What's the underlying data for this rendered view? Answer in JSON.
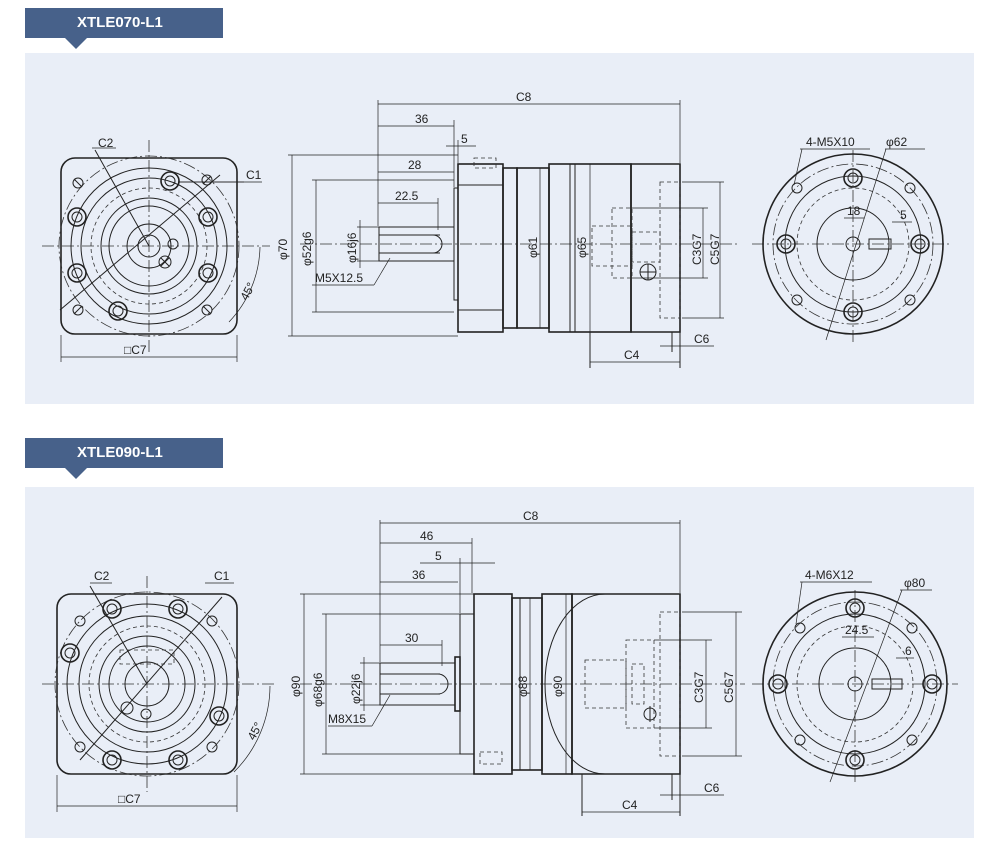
{
  "sections": [
    {
      "model": "XTLE070-L1",
      "front": {
        "c2": "C2",
        "c1": "C1",
        "angle": "45°",
        "c7": "□C7"
      },
      "side": {
        "c8": "C8",
        "len36": "36",
        "len5": "5",
        "len28": "28",
        "len22_5": "22.5",
        "dia70": "φ70",
        "dia52g6": "φ52g6",
        "dia16j6": "φ16j6",
        "thread": "M5X12.5",
        "dia61": "φ61",
        "dia65": "φ65",
        "c3g7": "C3G7",
        "c5g7": "C5G7",
        "c6": "C6",
        "c4": "C4"
      },
      "rear": {
        "holes": "4-M5X10",
        "dia62": "φ62",
        "len18": "18",
        "len5": "5"
      }
    },
    {
      "model": "XTLE090-L1",
      "front": {
        "c2": "C2",
        "c1": "C1",
        "angle": "45°",
        "c7": "□C7"
      },
      "side": {
        "c8": "C8",
        "len46": "46",
        "len5": "5",
        "len36": "36",
        "len30": "30",
        "dia90": "φ90",
        "dia68g6": "φ68g6",
        "dia22j6": "φ22j6",
        "thread": "M8X15",
        "dia88": "φ88",
        "dia90b": "φ90",
        "c3g7": "C3G7",
        "c5g7": "C5G7",
        "c6": "C6",
        "c4": "C4"
      },
      "rear": {
        "holes": "4-M6X12",
        "dia80": "φ80",
        "len24_5": "24.5",
        "len6": "6"
      }
    }
  ]
}
